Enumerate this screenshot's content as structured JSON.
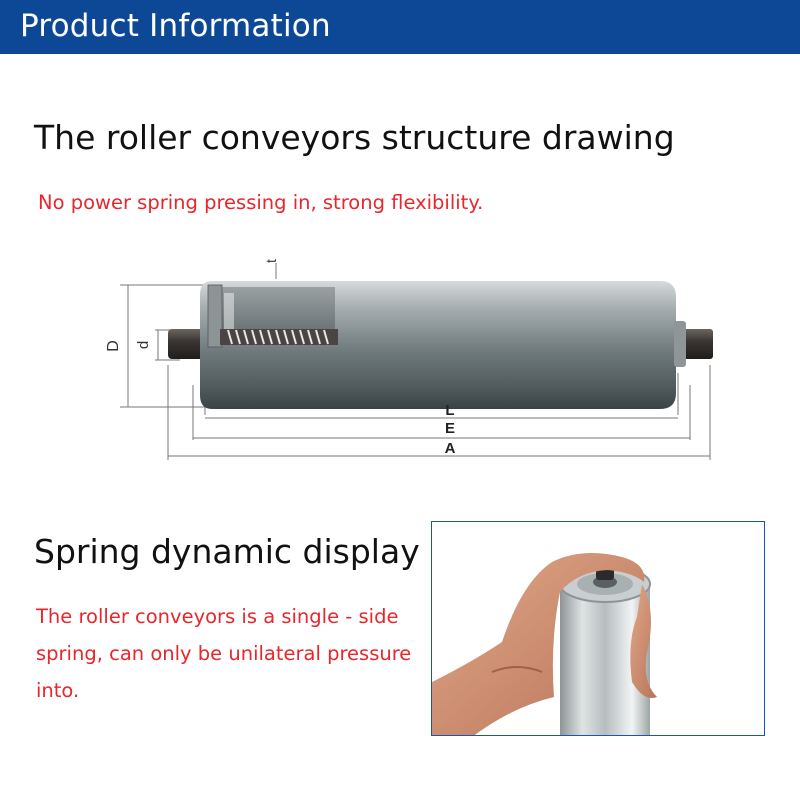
{
  "header": {
    "title": "Product Information"
  },
  "structure": {
    "title": "The roller conveyors structure drawing",
    "subtitle": "No power spring pressing in, strong flexibility."
  },
  "drawing": {
    "labels": {
      "t": "t",
      "D": "D",
      "d": "d",
      "L": "L",
      "E": "E",
      "A": "A"
    }
  },
  "spring": {
    "title": "Spring dynamic display",
    "lines": [
      "The roller conveyors is a single - side",
      "spring, can only be unilateral pressure",
      "into."
    ]
  },
  "colors": {
    "header_bg": "#0d4897",
    "red_text": "#e8262b",
    "photo_border": "#1a56b0"
  }
}
